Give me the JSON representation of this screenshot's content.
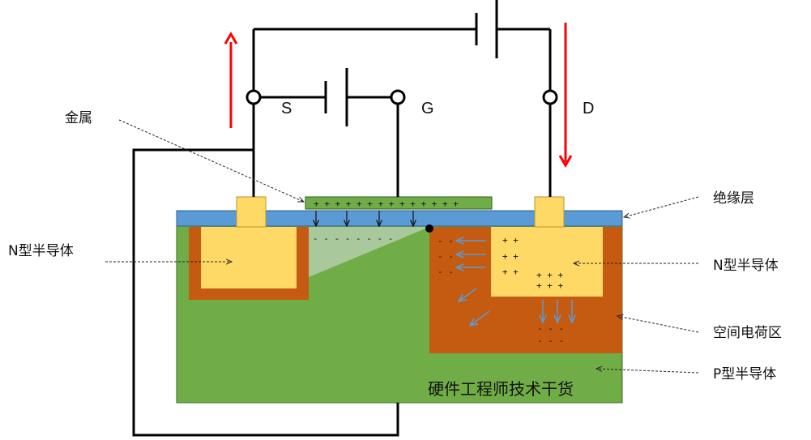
{
  "terminals": {
    "source": "S",
    "gate": "G",
    "drain": "D"
  },
  "labels": {
    "metal": "金属",
    "n_semiconductor_left": "N型半导体",
    "insulator": "绝缘层",
    "n_semiconductor_right": "N型半导体",
    "space_charge_region": "空间电荷区",
    "p_semiconductor": "P型半导体"
  },
  "watermark": "硬件工程师技术干货",
  "symbols": {
    "gate_charges": "+ + + + + + + + + + + + + +",
    "channel_charges": "- - - - - - - -",
    "depletion_minus": "- -",
    "drain_plus": "+ +",
    "drain_plus3": "+ + +",
    "drain_bottom_minus": "-  -  -"
  },
  "colors": {
    "p_substrate": "#70ad47",
    "n_region": "#ffd966",
    "depletion": "#c55a11",
    "insulator": "#5b9bd5",
    "channel": "#a9c89b",
    "wire": "#000000",
    "current_arrow": "#ff0000",
    "field_arrow": "#5b9bd5"
  }
}
